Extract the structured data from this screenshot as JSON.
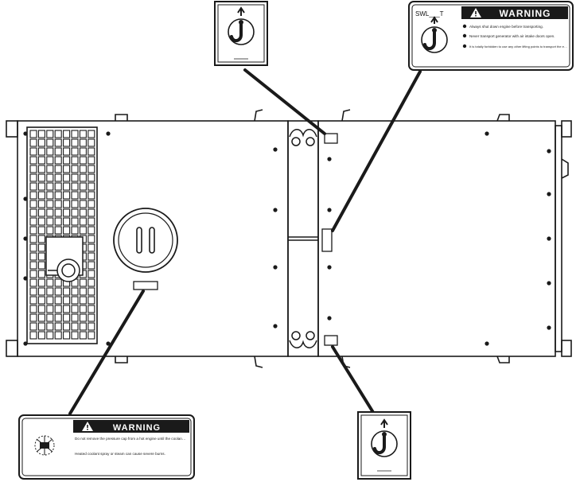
{
  "labels": {
    "top_right": {
      "swl": "SWL___T",
      "title": "WARNING",
      "lines": [
        "Always shut down engine before transporting.",
        "Never transport generator with air intake doors open.",
        "It is totally forbidden to use any other lifting points to transport the engine, alternator or other components."
      ]
    },
    "bottom_left": {
      "title": "WARNING",
      "lines": [
        "Do not remove the pressure cap from a hot engine until the coolant temperature is below 50°C/120°F.",
        "Heated coolant spray or steam can cause severe burns."
      ]
    }
  },
  "colors": {
    "line": "#1a1a1a",
    "warning_band": "#1a1a1a",
    "background": "#ffffff"
  },
  "icons": [
    "lifting-hook-icon",
    "warning-triangle-icon",
    "pressure-cap-burn-icon",
    "grille-icon",
    "round-handle-icon"
  ]
}
